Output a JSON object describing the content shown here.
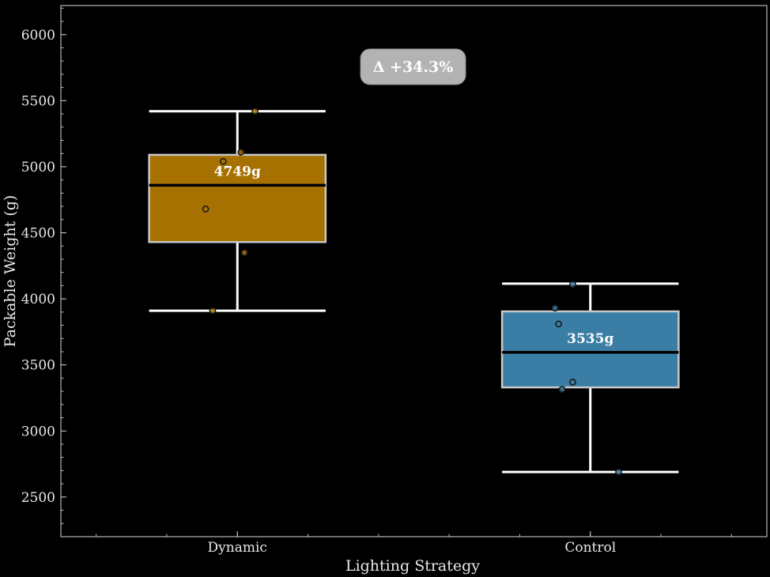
{
  "chart_data": {
    "type": "box",
    "xlabel": "Lighting Strategy",
    "ylabel": "Packable Weight (g)",
    "ylim": [
      2200,
      6220
    ],
    "yticks": [
      2500,
      3000,
      3500,
      4000,
      4500,
      5000,
      5500,
      6000
    ],
    "grid": false,
    "annotation": "Δ +34.3%",
    "groups": [
      {
        "category": "Dynamic",
        "color": "#a67100",
        "whisker_low": 3910,
        "q1": 4430,
        "median": 4860,
        "q3": 5090,
        "whisker_high": 5420,
        "mean_label": "4749g",
        "points": [
          {
            "offset": 0.05,
            "y": 5420
          },
          {
            "offset": 0.01,
            "y": 5110
          },
          {
            "offset": -0.04,
            "y": 5040
          },
          {
            "offset": -0.09,
            "y": 4680
          },
          {
            "offset": 0.02,
            "y": 4350
          },
          {
            "offset": -0.07,
            "y": 3910
          }
        ]
      },
      {
        "category": "Control",
        "color": "#3a7ea6",
        "whisker_low": 2690,
        "q1": 3330,
        "median": 3595,
        "q3": 3905,
        "whisker_high": 4115,
        "mean_label": "3535g",
        "points": [
          {
            "offset": -0.05,
            "y": 4110
          },
          {
            "offset": -0.1,
            "y": 3930
          },
          {
            "offset": -0.09,
            "y": 3810
          },
          {
            "offset": -0.05,
            "y": 3370
          },
          {
            "offset": -0.08,
            "y": 3315
          },
          {
            "offset": 0.08,
            "y": 2690
          }
        ]
      }
    ]
  }
}
